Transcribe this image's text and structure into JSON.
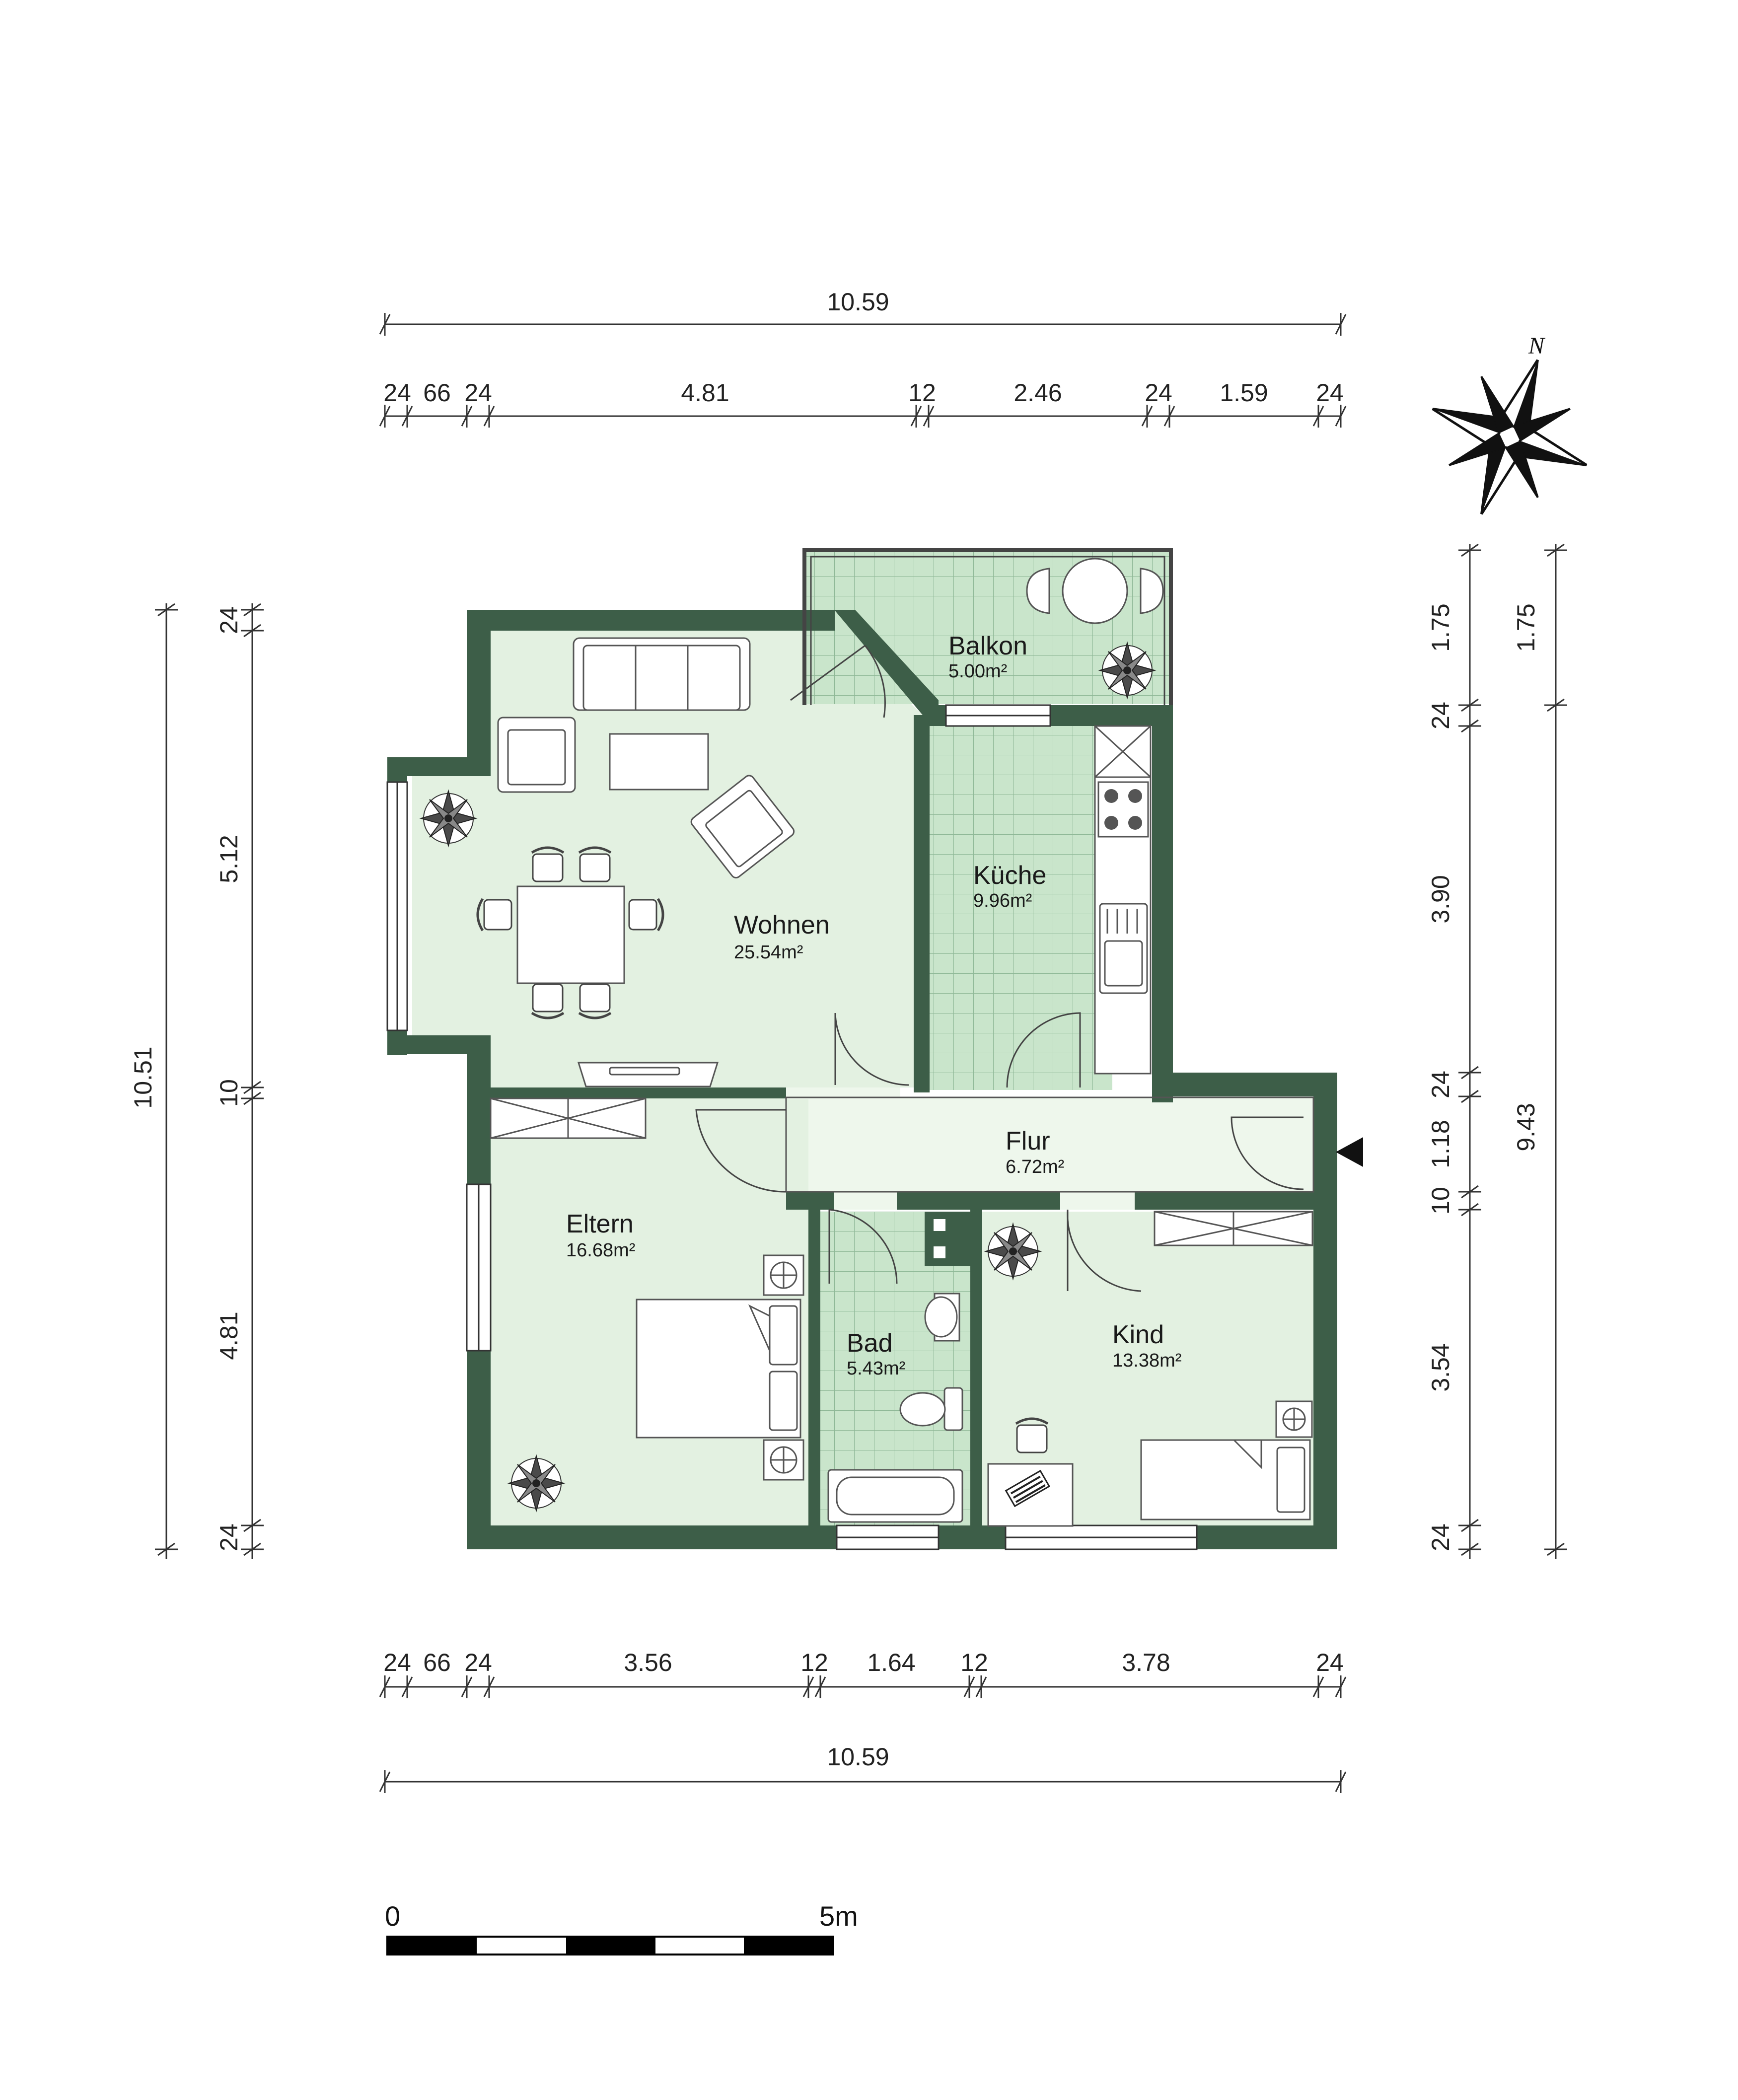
{
  "rooms": {
    "wohnen": {
      "name": "Wohnen",
      "area": "25.54m²"
    },
    "balkon": {
      "name": "Balkon",
      "area": "5.00m²"
    },
    "kueche": {
      "name": "Küche",
      "area": "9.96m²"
    },
    "flur": {
      "name": "Flur",
      "area": "6.72m²"
    },
    "eltern": {
      "name": "Eltern",
      "area": "16.68m²"
    },
    "bad": {
      "name": "Bad",
      "area": "5.43m²"
    },
    "kind": {
      "name": "Kind",
      "area": "13.38m²"
    }
  },
  "dimensions": {
    "top_total": "10.59",
    "top_chain": [
      "24",
      "66",
      "24",
      "4.81",
      "12",
      "2.46",
      "24",
      "1.59",
      "24"
    ],
    "bottom_chain": [
      "24",
      "66",
      "24",
      "3.56",
      "12",
      "1.64",
      "12",
      "3.78",
      "24"
    ],
    "bottom_total": "10.59",
    "left_total": "10.51",
    "left_chain": [
      "24",
      "5.12",
      "10",
      "4.81",
      "24"
    ],
    "right_chain": [
      "1.75",
      "24",
      "3.90",
      "24",
      "1.18",
      "10",
      "3.54",
      "24"
    ],
    "right_chain2": [
      "1.75",
      "9.43"
    ]
  },
  "scale_bar": {
    "start": "0",
    "end": "5m"
  },
  "north": {
    "label": "N"
  },
  "colors": {
    "wall": "#3d5e48",
    "room_fill": "#e3f1e1",
    "tile_fill": "#c9e5cb",
    "flur_fill": "#eef7ec"
  }
}
